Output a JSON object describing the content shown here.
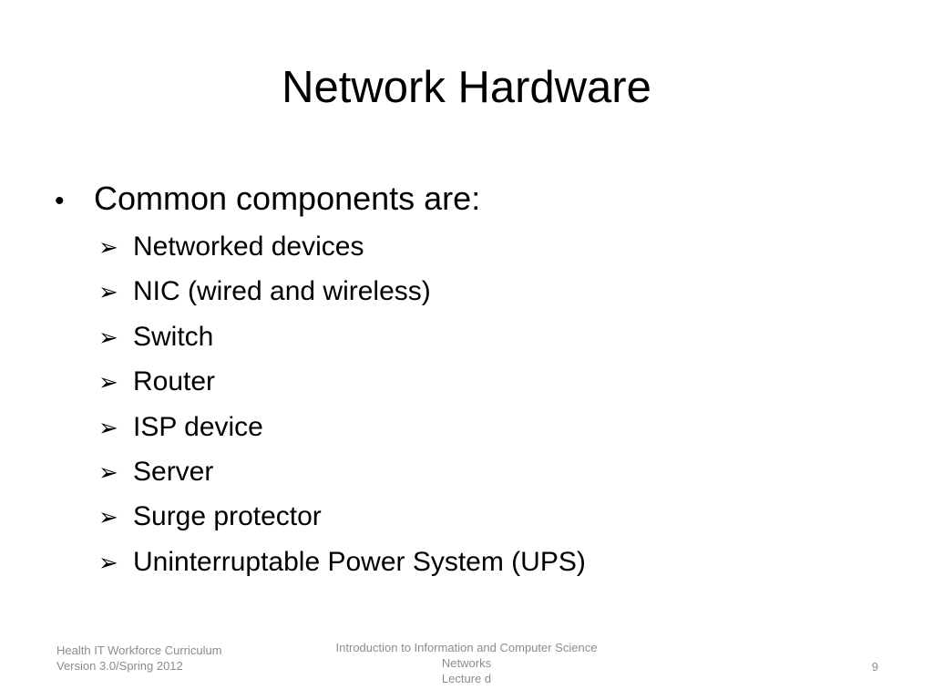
{
  "slide": {
    "title": "Network Hardware",
    "bullet": {
      "marker": "•",
      "text": "Common components are:"
    },
    "sub_marker": "➢",
    "sub_items": [
      "Networked devices",
      "NIC (wired and wireless)",
      "Switch",
      "Router",
      "ISP device",
      "Server",
      "Surge protector",
      "Uninterruptable Power System (UPS)"
    ]
  },
  "footer": {
    "left": [
      "Health IT Workforce Curriculum",
      "Version 3.0/Spring 2012"
    ],
    "center": [
      "Introduction to Information and Computer Science",
      "Networks",
      "Lecture d"
    ],
    "page_number": "9"
  },
  "colors": {
    "text": "#000000",
    "footer_text": "#8c8c8c",
    "background": "#ffffff"
  }
}
